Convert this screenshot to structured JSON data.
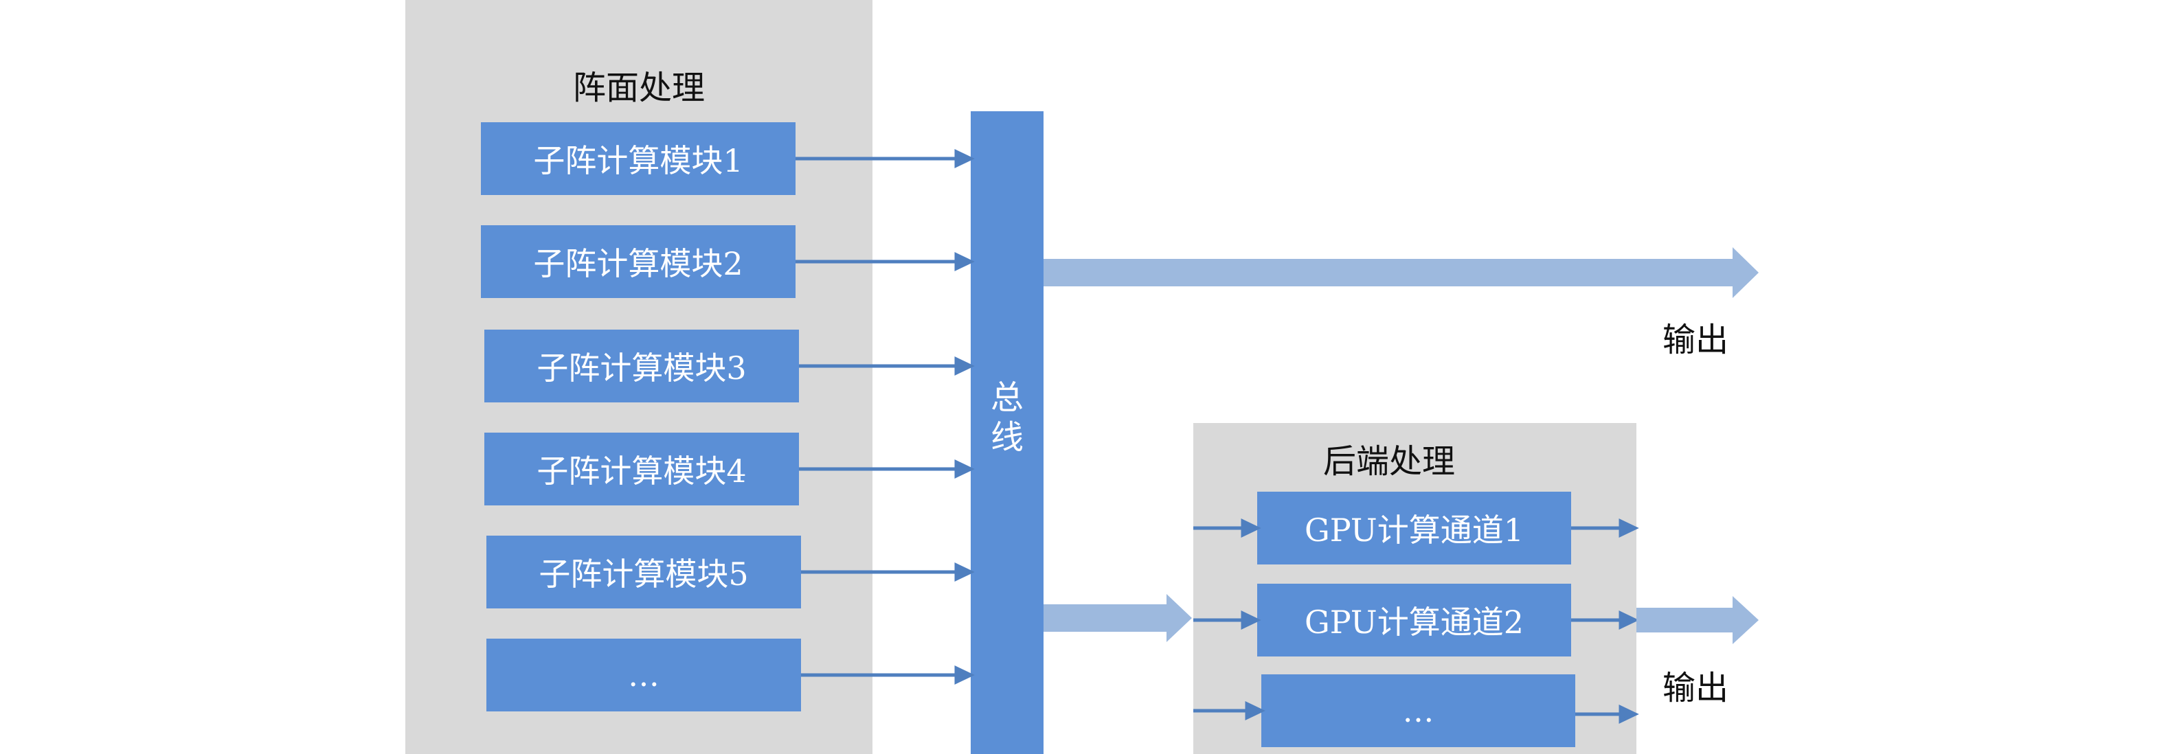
{
  "colors": {
    "block": "#5B8FD6",
    "panel": "#D9D9D9",
    "thin_arrow": "#4F7FBF",
    "thick_arrow": "#9DB9DE"
  },
  "array_panel": {
    "title": "阵面处理",
    "modules": [
      "子阵计算模块1",
      "子阵计算模块2",
      "子阵计算模块3",
      "子阵计算模块4",
      "子阵计算模块5",
      "…"
    ]
  },
  "bus": {
    "label": "总线"
  },
  "backend_panel": {
    "title": "后端处理",
    "channels": [
      "GPU计算通道1",
      "GPU计算通道2",
      "…"
    ]
  },
  "outputs": [
    "输出",
    "输出"
  ]
}
